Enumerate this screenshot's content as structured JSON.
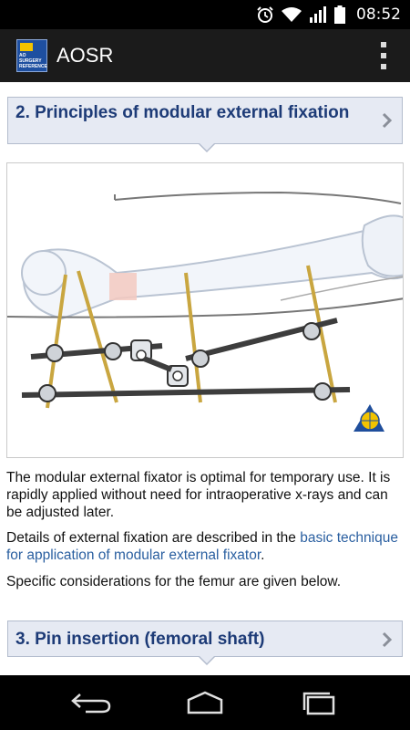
{
  "status_bar": {
    "time": "08:52",
    "icons": [
      "alarm-icon",
      "wifi-icon",
      "signal-icon",
      "battery-icon"
    ]
  },
  "app_bar": {
    "title": "AOSR",
    "logo_text": "AO SURGERY REFERENCE",
    "menu_icon": "overflow-menu-icon"
  },
  "sections": [
    {
      "title": "2. Principles of modular external fixation"
    },
    {
      "title": "3. Pin insertion (femoral shaft)"
    }
  ],
  "content": {
    "paragraph_1": "The modular external fixator is optimal for temporary use. It is rapidly applied without need for intraoperative x-rays and can be adjusted later.",
    "paragraph_2_prefix": "Details of external fixation are described in the ",
    "paragraph_2_link": "basic technique for application of modular external fixator",
    "paragraph_2_suffix": ".",
    "paragraph_3": "Specific considerations for the femur are given below."
  },
  "nav_bar": {
    "icons": [
      "back-icon",
      "home-icon",
      "recent-apps-icon"
    ]
  },
  "colors": {
    "header_bg": "#e6eaf3",
    "header_text": "#1d3b77",
    "link": "#2a5fa0",
    "app_bar_bg": "#1b1b1b"
  }
}
